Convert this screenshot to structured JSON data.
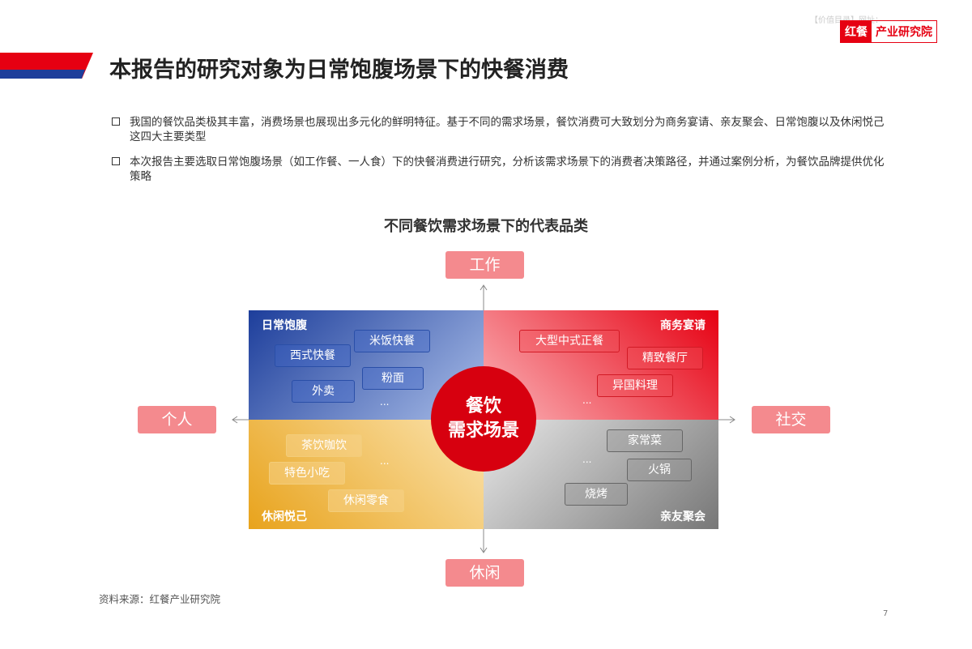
{
  "header": {
    "faint_text": "【价值目录】网址：",
    "logo_left": "红餐",
    "logo_right": "产业研究院",
    "title": "本报告的研究对象为日常饱腹场景下的快餐消费"
  },
  "bullets": [
    "我国的餐饮品类极其丰富，消费场景也展现出多元化的鲜明特征。基于不同的需求场景，餐饮消费可大致划分为商务宴请、亲友聚会、日常饱腹以及休闲悦己这四大主要类型",
    "本次报告主要选取日常饱腹场景（如工作餐、一人食）下的快餐消费进行研究，分析该需求场景下的消费者决策路径，并通过案例分析，为餐饮品牌提供优化策略"
  ],
  "diagram": {
    "title": "不同餐饮需求场景下的代表品类",
    "axes": {
      "top": "工作",
      "bottom": "休闲",
      "left": "个人",
      "right": "社交"
    },
    "center": [
      "餐饮",
      "需求场景"
    ],
    "quadrants": [
      {
        "label": "日常饱腹",
        "items": [
          "米饭快餐",
          "西式快餐",
          "粉面",
          "外卖"
        ],
        "more": "..."
      },
      {
        "label": "商务宴请",
        "items": [
          "大型中式正餐",
          "精致餐厅",
          "异国料理"
        ],
        "more": "..."
      },
      {
        "label": "休闲悦己",
        "items": [
          "茶饮咖饮",
          "特色小吃",
          "休闲零食"
        ],
        "more": "..."
      },
      {
        "label": "亲友聚会",
        "items": [
          "家常菜",
          "火锅",
          "烧烤"
        ],
        "more": "..."
      }
    ],
    "colors": {
      "blue": "#1d3e9b",
      "red": "#e60012",
      "yellow": "#e8a31c",
      "gray": "#777777"
    }
  },
  "footer": {
    "source": "资料来源：红餐产业研究院",
    "page": "7"
  }
}
